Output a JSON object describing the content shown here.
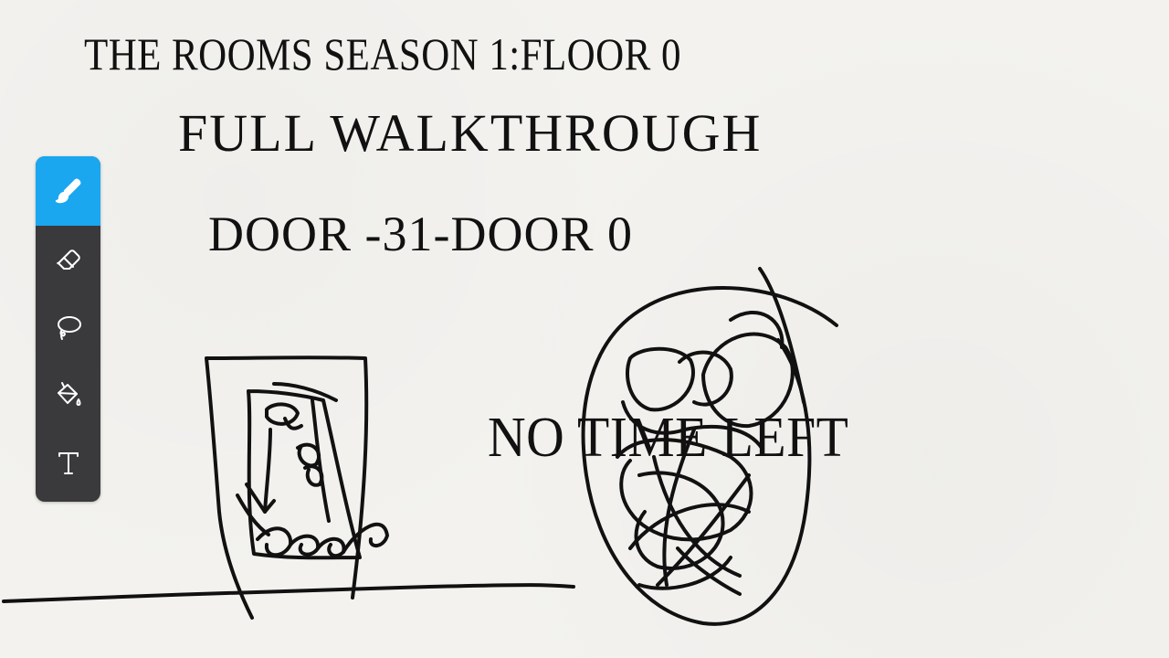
{
  "canvas": {
    "lines": {
      "title": "THE ROOMS SEASON 1:FLOOR 0",
      "subtitle": "FULL WALKTHROUGH",
      "doors": "DOOR -31-DOOR 0",
      "caption": "NO TIME LEFT"
    }
  },
  "toolbar": {
    "active_tool": "brush",
    "tools": [
      {
        "id": "brush",
        "icon": "brush-icon"
      },
      {
        "id": "eraser",
        "icon": "eraser-icon"
      },
      {
        "id": "lasso",
        "icon": "lasso-icon"
      },
      {
        "id": "fill",
        "icon": "paint-bucket-icon"
      },
      {
        "id": "text",
        "icon": "text-icon"
      }
    ]
  },
  "colors": {
    "toolbar_bg": "#3a3a3c",
    "active_tool_bg": "#1aa7f0",
    "ink": "#111111",
    "paper": "#f3f2ef"
  }
}
